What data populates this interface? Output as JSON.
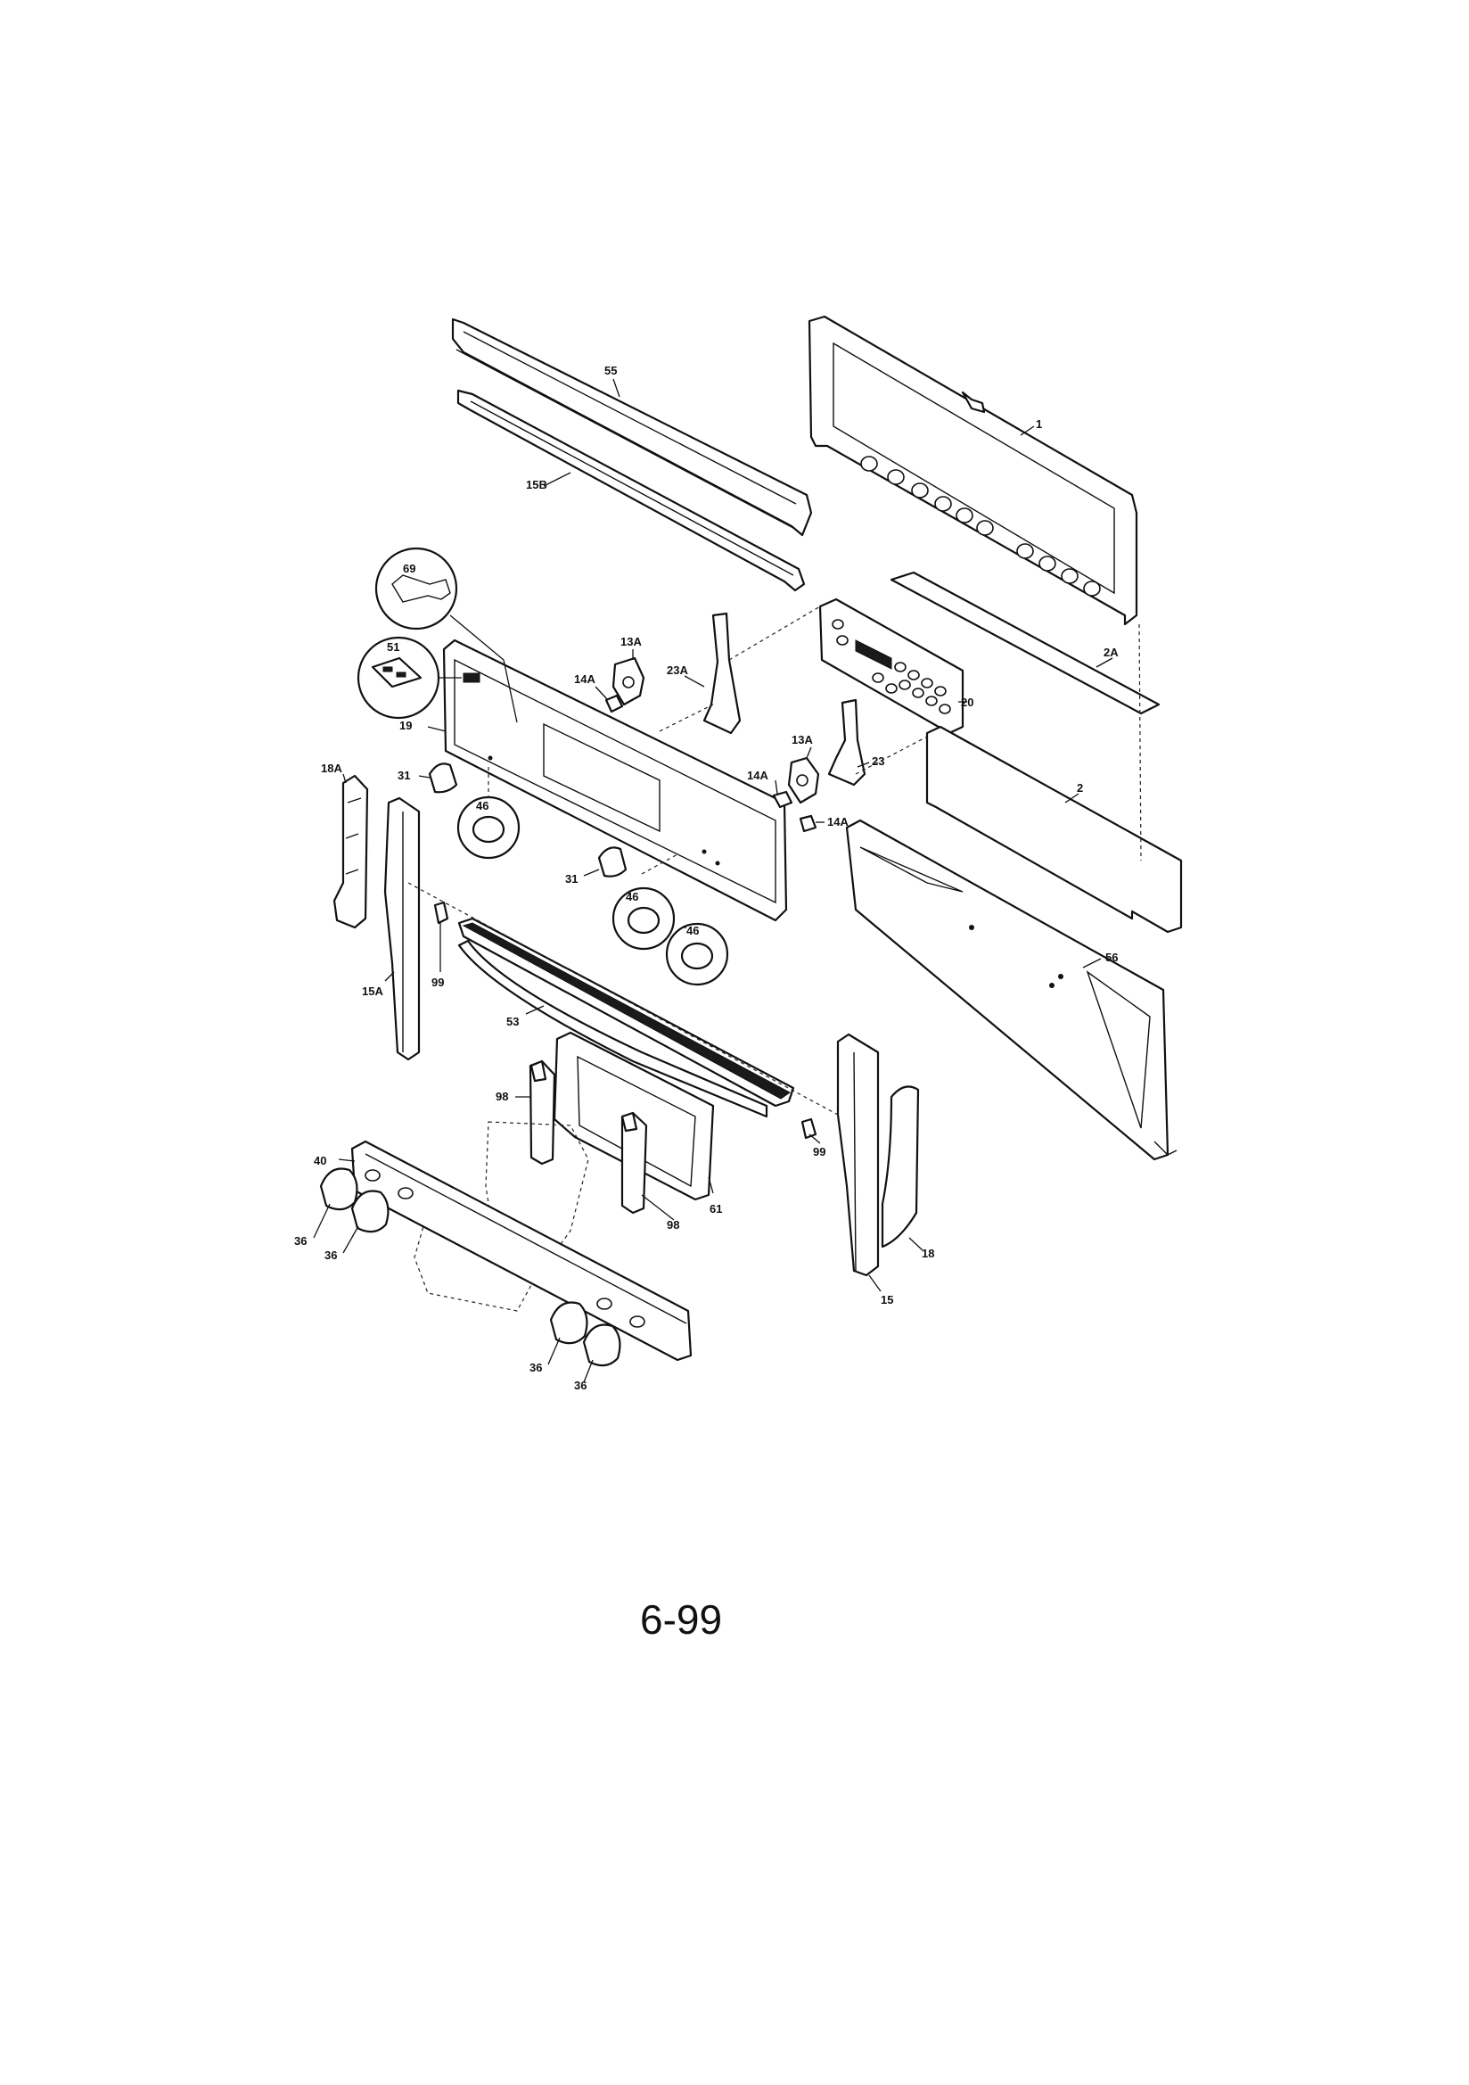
{
  "diagram": {
    "page_number": "6-99",
    "callouts": {
      "c1": "1",
      "c2": "2",
      "c2A": "2A",
      "c13A_left": "13A",
      "c13A_right": "13A",
      "c14A_left": "14A",
      "c14A_mid": "14A",
      "c14A_right": "14A",
      "c15": "15",
      "c15A": "15A",
      "c15B": "15B",
      "c18": "18",
      "c18A": "18A",
      "c19": "19",
      "c20": "20",
      "c23": "23",
      "c23A": "23A",
      "c31_top": "31",
      "c31_bot": "31",
      "c36_a": "36",
      "c36_b": "36",
      "c36_c": "36",
      "c36_d": "36",
      "c40": "40",
      "c46_a": "46",
      "c46_b": "46",
      "c46_c": "46",
      "c51": "51",
      "c53": "53",
      "c55": "55",
      "c56": "56",
      "c61": "61",
      "c69": "69",
      "c98_a": "98",
      "c98_b": "98",
      "c99_a": "99",
      "c99_b": "99"
    }
  }
}
